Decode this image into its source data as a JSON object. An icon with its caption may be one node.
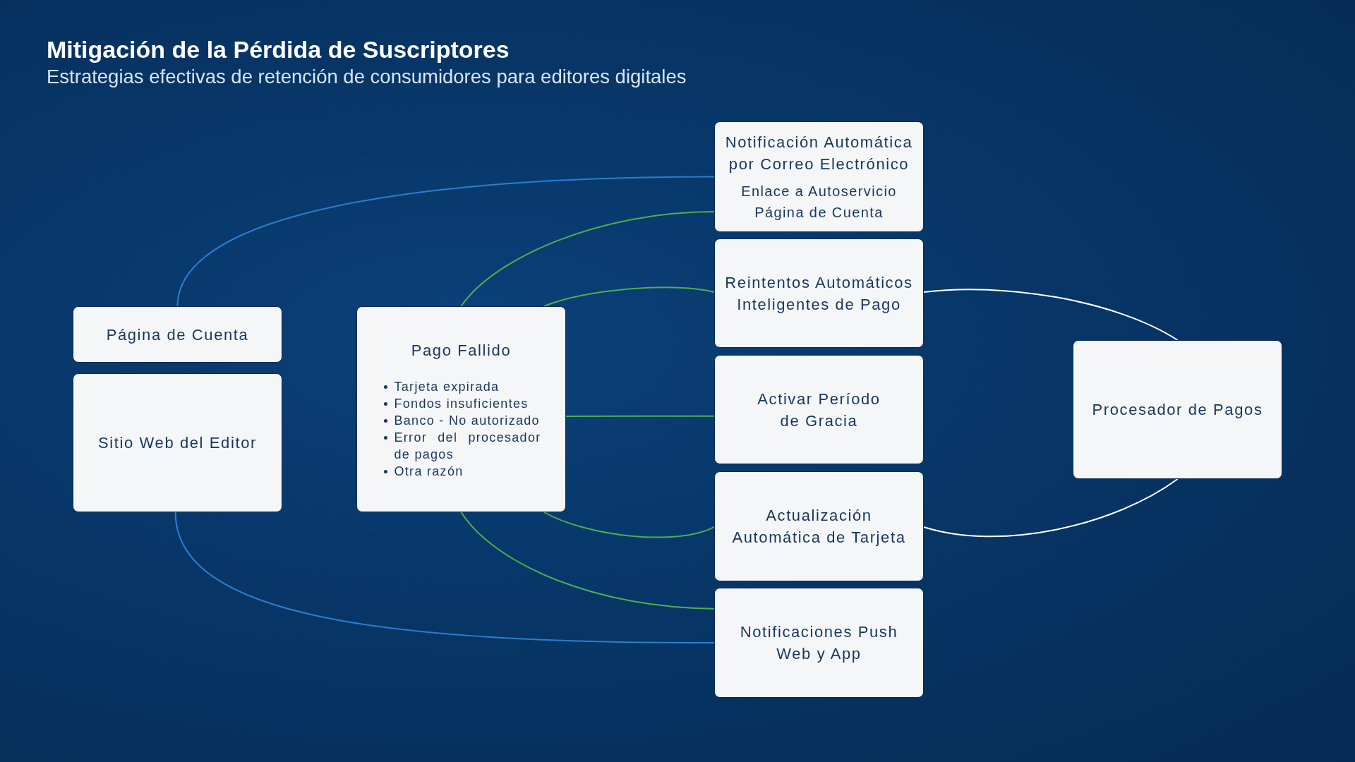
{
  "diagram": {
    "title": "Mitigación de la Pérdida de Suscriptores",
    "nodes": [
      {
        "text": [
          "Página de Cuenta"
        ]
      },
      {
        "text": [
          "Sitio Web del Editor"
        ]
      },
      {
        "text": [
          "Pago Fallido",
          "Tarjeta expirada",
          "Fondos insuficientes",
          "Banco - No autorizado",
          "Error del procesador de pagos",
          "Otra razón"
        ]
      },
      {
        "text": [
          "Notificación Automática por Correo Electrónico",
          "Enlace a Autoservicio Página de Cuenta"
        ]
      },
      {
        "text": [
          "Reintentos Automáticos Inteligentes de Pago"
        ]
      },
      {
        "text": [
          "Activar Período de Gracia"
        ]
      },
      {
        "text": [
          "Actualización Automática de Tarjeta"
        ]
      },
      {
        "text": [
          "Notificaciones Push Web y App"
        ]
      },
      {
        "text": [
          "Procesador de Pagos"
        ]
      }
    ],
    "edges": [
      {
        "from": 0,
        "to": 3,
        "arrow": "none",
        "color": "#2a7fd0"
      },
      {
        "from": 1,
        "to": 7,
        "arrow": "none",
        "color": "#2a7fd0"
      },
      {
        "from": 2,
        "to": 3,
        "arrow": "none"
      },
      {
        "from": 2,
        "to": 4,
        "arrow": "none"
      },
      {
        "from": 2,
        "to": 5,
        "arrow": "none"
      },
      {
        "from": 2,
        "to": 6,
        "arrow": "none"
      },
      {
        "from": 2,
        "to": 7,
        "arrow": "none"
      },
      {
        "from": 4,
        "to": 8,
        "arrow": "none",
        "color": "#ffffff"
      },
      {
        "from": 6,
        "to": 8,
        "arrow": "none",
        "color": "#ffffff"
      }
    ],
    "labels": [
      "Estrategias efectivas de retención de consumidores para editores digitales"
    ]
  }
}
